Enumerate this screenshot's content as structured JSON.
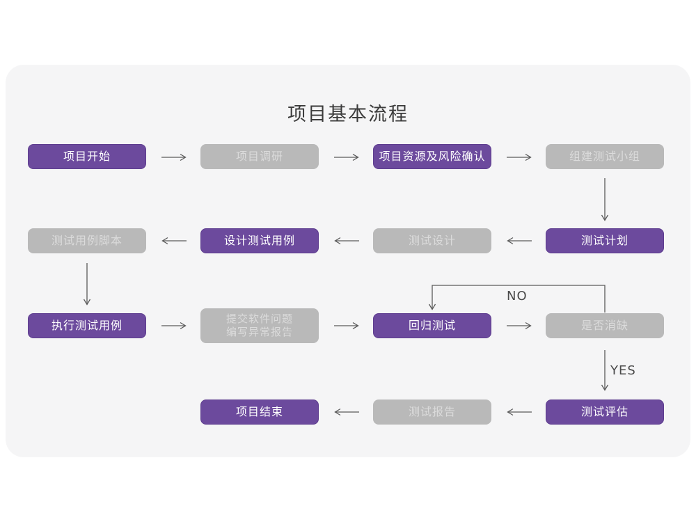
{
  "page": {
    "title": "项目基本流程"
  },
  "colors": {
    "node_primary": "#6C4A9D",
    "node_primary_border": "#5E3D8F",
    "node_secondary": "#B9B9B9",
    "node_secondary_text": "#DBDBDB",
    "card_background": "#F5F5F6",
    "page_background": "#FFFFFF",
    "arrow": "#5A5A5A",
    "title_text": "#3B3B3B"
  },
  "branch_labels": {
    "no": "NO",
    "yes": "YES"
  },
  "nodes": {
    "project_start": {
      "label": "项目开始"
    },
    "project_research": {
      "label": "项目调研"
    },
    "resource_risk_confirm": {
      "label": "项目资源及风险确认"
    },
    "build_test_team": {
      "label": "组建测试小组"
    },
    "test_case_script": {
      "label": "测试用例脚本"
    },
    "design_test_case": {
      "label": "设计测试用例"
    },
    "test_design": {
      "label": "测试设计"
    },
    "test_plan": {
      "label": "测试计划"
    },
    "execute_test_case": {
      "label": "执行测试用例"
    },
    "submit_issue_report": {
      "line1": "提交软件问题",
      "line2": "编写异常报告"
    },
    "regression_test": {
      "label": "回归测试"
    },
    "defect_resolved": {
      "label": "是否消缺"
    },
    "project_end": {
      "label": "项目结束"
    },
    "test_report": {
      "label": "测试报告"
    },
    "test_evaluation": {
      "label": "测试评估"
    }
  }
}
